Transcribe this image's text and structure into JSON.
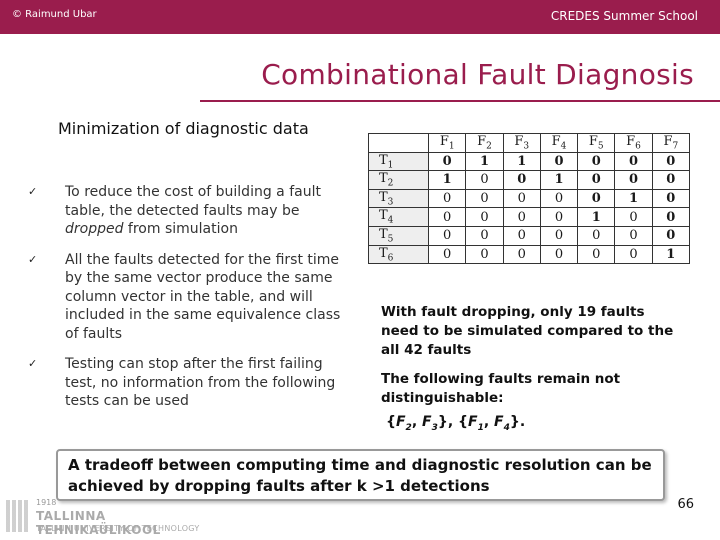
{
  "header": {
    "copyright": "© Raimund Ubar",
    "school": "CREDES Summer School"
  },
  "title": "Combinational Fault Diagnosis",
  "heading": "Minimization of diagnostic data",
  "bullets": [
    {
      "pre": "To reduce the cost of building a fault table, the detected faults may be ",
      "em": "dropped",
      "post": " from simulation"
    },
    {
      "pre": "All the faults detected for the first time by the same vector produce the same column vector in the table, and will included in the same equivalence class of faults",
      "em": "",
      "post": ""
    },
    {
      "pre": "Testing can stop after the first failing test, no information from the following tests can be used",
      "em": "",
      "post": ""
    }
  ],
  "table": {
    "columns": [
      "F1",
      "F2",
      "F3",
      "F4",
      "F5",
      "F6",
      "F7"
    ],
    "rows": [
      {
        "label": "T1",
        "cells": [
          [
            "0",
            true
          ],
          [
            "1",
            true
          ],
          [
            "1",
            true
          ],
          [
            "0",
            true
          ],
          [
            "0",
            true
          ],
          [
            "0",
            true
          ],
          [
            "0",
            true
          ]
        ]
      },
      {
        "label": "T2",
        "cells": [
          [
            "1",
            true
          ],
          [
            "0",
            false
          ],
          [
            "0",
            true
          ],
          [
            "1",
            true
          ],
          [
            "0",
            true
          ],
          [
            "0",
            true
          ],
          [
            "0",
            true
          ]
        ]
      },
      {
        "label": "T3",
        "cells": [
          [
            "0",
            false
          ],
          [
            "0",
            false
          ],
          [
            "0",
            false
          ],
          [
            "0",
            false
          ],
          [
            "0",
            true
          ],
          [
            "1",
            true
          ],
          [
            "0",
            true
          ]
        ]
      },
      {
        "label": "T4",
        "cells": [
          [
            "0",
            false
          ],
          [
            "0",
            false
          ],
          [
            "0",
            false
          ],
          [
            "0",
            false
          ],
          [
            "1",
            true
          ],
          [
            "0",
            false
          ],
          [
            "0",
            true
          ]
        ]
      },
      {
        "label": "T5",
        "cells": [
          [
            "0",
            false
          ],
          [
            "0",
            false
          ],
          [
            "0",
            false
          ],
          [
            "0",
            false
          ],
          [
            "0",
            false
          ],
          [
            "0",
            false
          ],
          [
            "0",
            true
          ]
        ]
      },
      {
        "label": "T6",
        "cells": [
          [
            "0",
            false
          ],
          [
            "0",
            false
          ],
          [
            "0",
            false
          ],
          [
            "0",
            false
          ],
          [
            "0",
            false
          ],
          [
            "0",
            false
          ],
          [
            "1",
            true
          ]
        ]
      }
    ]
  },
  "notes": {
    "dropping": "With fault dropping, only 19 faults need to be simulated compared to the all 42 faults",
    "following": "The following faults remain not distinguishable:",
    "classes": "{F2, F3}, {F1, F4}."
  },
  "tradeoff": "A tradeoff between computing time and diagnostic resolution can be achieved by dropping faults after k >1 detections",
  "logo": {
    "year": "1918",
    "line1": "TALLINNA TEHNIKAÜLIKOOL",
    "line2": "TALLINN UNIVERSITY OF TECHNOLOGY"
  },
  "page_number": "66",
  "colors": {
    "accent": "#9a1d4d"
  }
}
